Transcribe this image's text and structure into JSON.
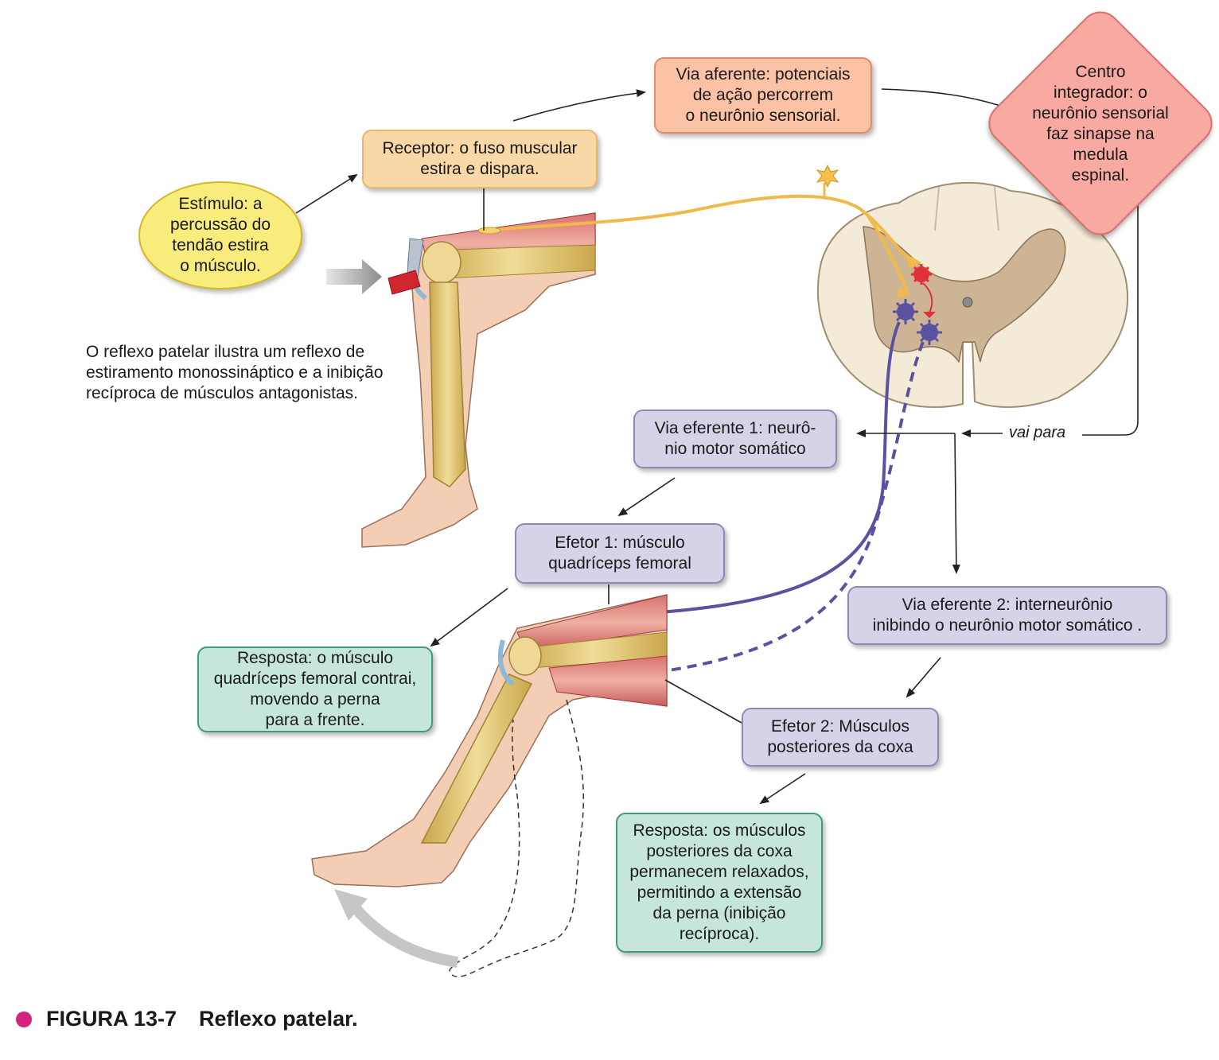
{
  "stimulus": "Estímulo: a\npercussão do\ntendão estira\no músculo.",
  "receptor": "Receptor: o fuso muscular\nestira e dispara.",
  "afferent": "Via aferente: potenciais\nde ação percorrem\no neurônio sensorial.",
  "integrator": "Centro\nintegrador: o\nneurônio sensorial\nfaz sinapse na\nmedula\nespinal.",
  "intro": "O reflexo patelar ilustra um reflexo de\nestiramento monossináptico e a inibição\nrecíproca de músculos antagonistas.",
  "goes_to": "vai para",
  "efferent1": "Via eferente 1: neurô-\nnio motor somático",
  "effector1": "Efetor 1: músculo\nquadríceps femoral",
  "response1": "Resposta: o músculo\nquadríceps femoral contrai,\nmovendo a perna\npara a frente.",
  "efferent2": "Via eferente 2: interneurônio\ninibindo o neurônio motor somático .",
  "effector2": "Efetor 2: Músculos\nposteriores da coxa",
  "response2": "Resposta: os músculos\nposteriores da coxa\npermanecem relaxados,\npermitindo a extensão\nda perna (inibição\nrecíproca).",
  "caption": {
    "label": "FIGURA 13-7",
    "title": "Reflexo patelar."
  },
  "colors": {
    "sensory": "#f0b94a",
    "motor": "#5a52a0",
    "inhibitory": "#e0303a",
    "caption_dot": "#d4237f"
  }
}
